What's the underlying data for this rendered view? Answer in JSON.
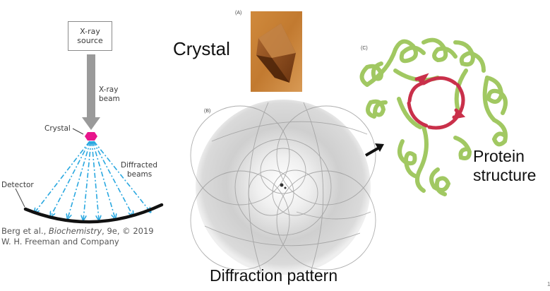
{
  "schematic": {
    "source_label_line1": "X-ray",
    "source_label_line2": "source",
    "beam_label_line1": "X-ray",
    "beam_label_line2": "beam",
    "crystal_label": "Crystal",
    "diffracted_label_line1": "Diffracted",
    "diffracted_label_line2": "beams",
    "detector_label": "Detector",
    "citation_authors": "Berg et al., ",
    "citation_book": "Biochemistry",
    "citation_edition": ", 9e, © 2019",
    "citation_publisher": "W. H. Freeman and Company",
    "colors": {
      "beam": "#9a9a9a",
      "crystal": "#e8158c",
      "diffracted": "#2aa8e0",
      "detector": "#111111"
    }
  },
  "panels": {
    "a_tag": "(A)",
    "b_tag": "(B)",
    "c_tag": "(C)"
  },
  "labels": {
    "crystal": "Crystal",
    "diffraction_pattern": "Diffraction pattern",
    "protein_line1": "Protein",
    "protein_line2": "structure"
  },
  "slide_number": "1",
  "icons": {
    "crystal_photo": "crystal-photo",
    "diffraction_image": "diffraction-pattern-image",
    "protein_ribbon": "protein-ribbon-structure",
    "arrow": "arrow-icon"
  }
}
